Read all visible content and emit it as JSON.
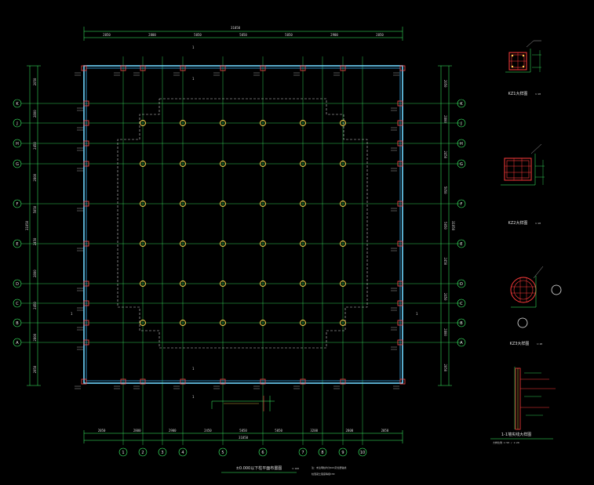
{
  "drawing": {
    "overall_dim_top": "31050",
    "overall_dim_bottom": "31050",
    "top_dims": [
      "2050",
      "2800",
      "5050",
      "5050",
      "5050",
      "2900",
      "2050"
    ],
    "bottom_dims": [
      "2050",
      "2800",
      "2900",
      "2450",
      "5050",
      "5050",
      "3200",
      "2800",
      "2050"
    ],
    "left_dims": [
      "2050",
      "2800",
      "2450",
      "2800",
      "5050",
      "2450",
      "2800",
      "2450",
      "2800",
      "2050"
    ],
    "right_dims": [
      "2050",
      "2800",
      "2450",
      "5050",
      "5050",
      "2450",
      "2450",
      "2800",
      "2050"
    ],
    "overall_dim_left": "31050",
    "overall_dim_right": "31050",
    "col_axes": [
      "1",
      "2",
      "3",
      "4",
      "5",
      "6",
      "7",
      "8",
      "9",
      "10"
    ],
    "row_axes": [
      "K",
      "J",
      "H",
      "G",
      "F",
      "E",
      "D",
      "C",
      "B",
      "A"
    ],
    "section_mark": "1",
    "main_title": "±0.000以下柱平面布置图",
    "main_scale": "1:100",
    "notes": [
      "注：未注明柱均为KZ1定位居轴线",
      "柱混凝土强度等级C30"
    ],
    "kz1_title": "KZ1大样图",
    "kz2_title": "KZ2大样图",
    "kz3_title": "KZ3大样图",
    "detail_scale": "1:20",
    "section_title": "1-1墙实线大样图",
    "section_subtitle": "大样比例 1:50 / 1:20"
  }
}
